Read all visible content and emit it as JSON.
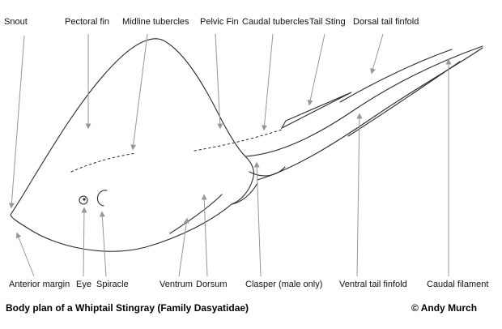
{
  "diagram": {
    "title_context": "Stingray body plan diagram",
    "top_labels": [
      {
        "text": "Snout"
      },
      {
        "text": "Pectoral fin"
      },
      {
        "text": "Midline tubercles"
      },
      {
        "text": "Pelvic Fin"
      },
      {
        "text": "Caudal tubercles"
      },
      {
        "text": "Tail Sting"
      },
      {
        "text": "Dorsal tail finfold"
      }
    ],
    "bottom_labels": [
      {
        "text": "Anterior margin"
      },
      {
        "text": "Eye"
      },
      {
        "text": "Spiracle"
      },
      {
        "text": "Ventrum"
      },
      {
        "text": "Dorsum"
      },
      {
        "text": "Clasper (male only)"
      },
      {
        "text": "Ventral tail finfold"
      },
      {
        "text": "Caudal filament"
      }
    ],
    "caption": "Body plan of a Whiptail Stingray (Family Dasyatidae)",
    "credit": "© Andy Murch",
    "colors": {
      "background": "#ffffff",
      "drawing_line": "#2a2a2a",
      "arrow": "#979797",
      "text": "#000000"
    }
  }
}
